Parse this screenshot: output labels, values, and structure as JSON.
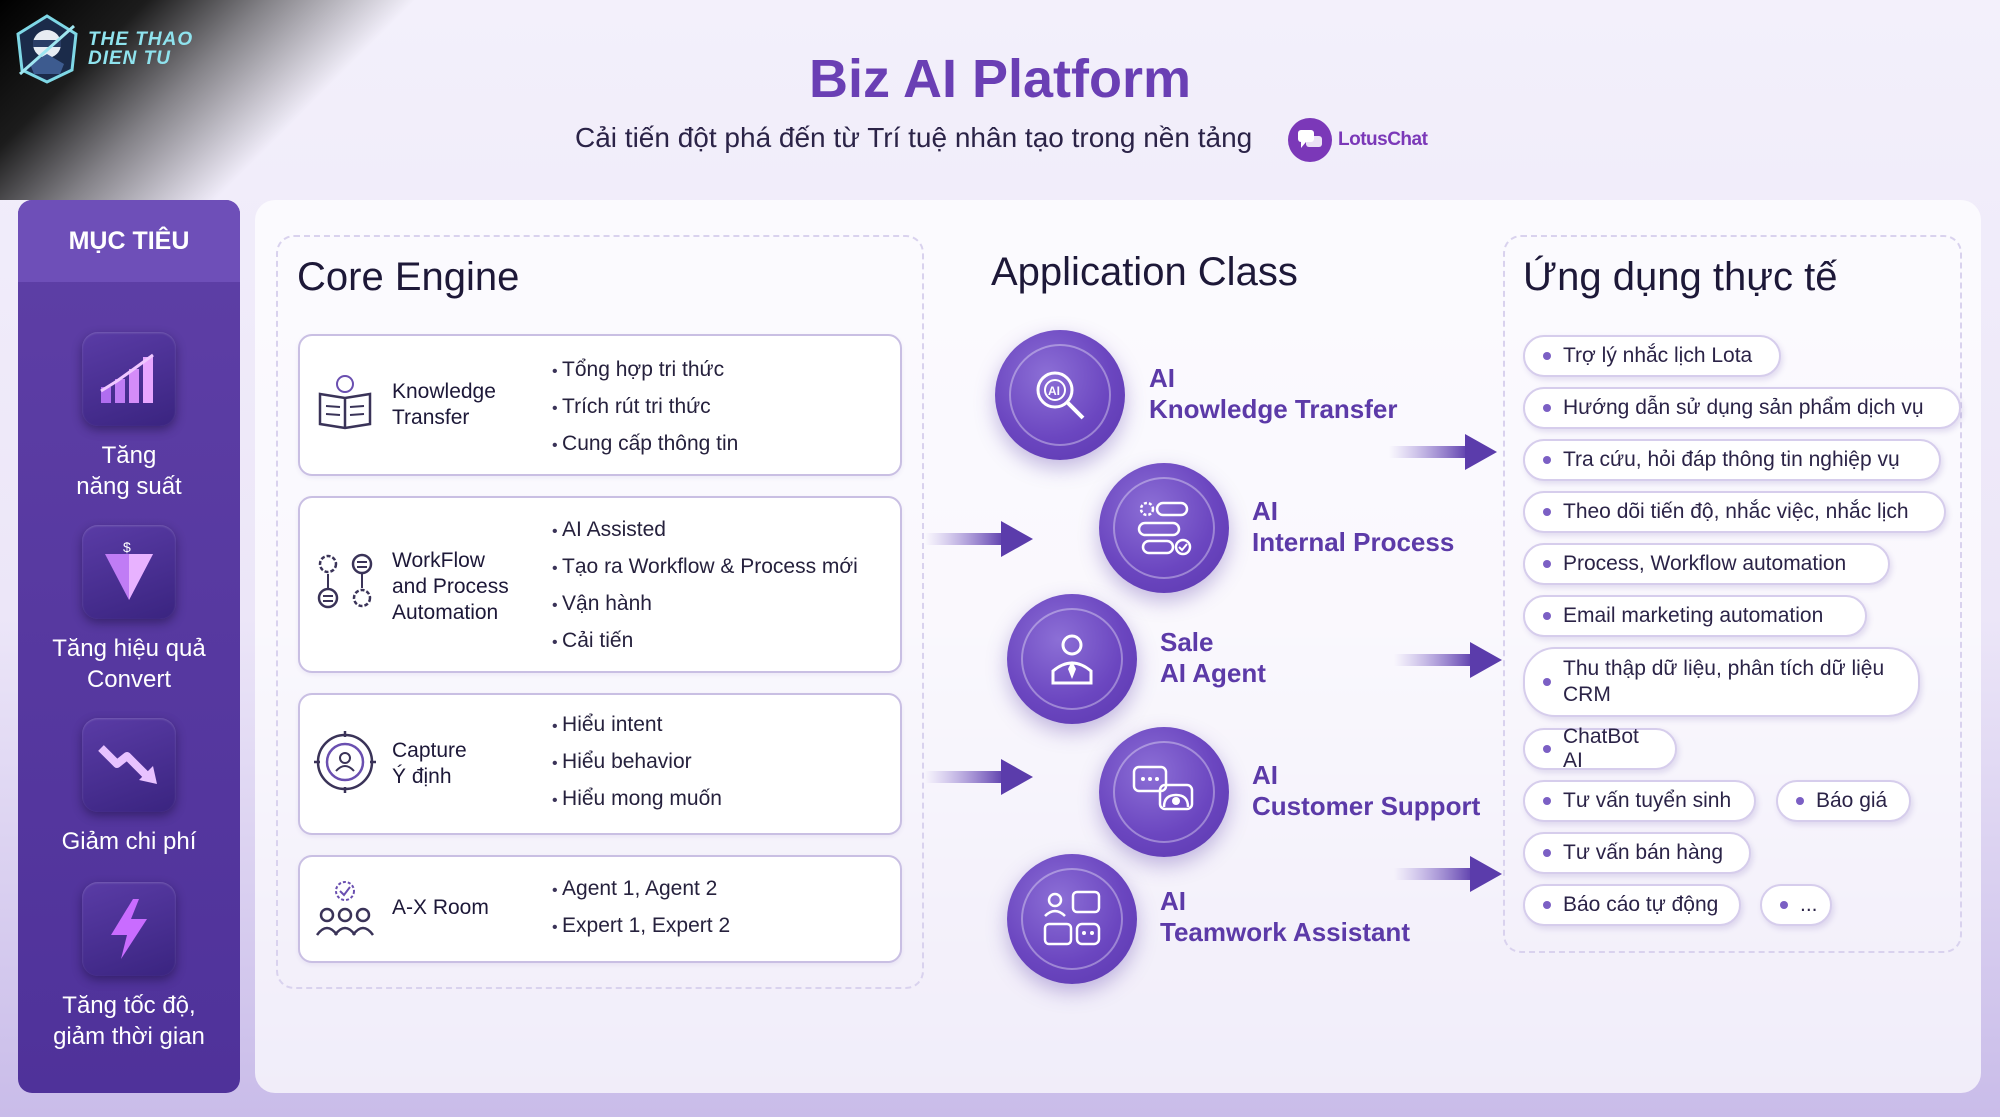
{
  "brand": {
    "line1": "THE THAO",
    "line2": "DIEN TU"
  },
  "header": {
    "title": "Biz AI Platform",
    "subtitle": "Cải tiến đột phá đến từ Trí tuệ nhân tạo trong nền tảng",
    "partner": "LotusChat"
  },
  "sidebar": {
    "title": "MỤC TIÊU",
    "goals": [
      {
        "label": "Tăng\nnăng suất",
        "icon": "bar-chart-icon"
      },
      {
        "label": "Tăng hiệu quả\nConvert",
        "icon": "funnel-icon"
      },
      {
        "label": "Giảm chi phí",
        "icon": "trend-down-icon"
      },
      {
        "label": "Tăng tốc độ,\ngiảm thời gian",
        "icon": "lightning-icon"
      }
    ]
  },
  "core": {
    "title": "Core Engine",
    "items": [
      {
        "name": "Knowledge\nTransfer",
        "icon": "knowledge-book-icon",
        "bullets": [
          "Tổng hợp tri thức",
          "Trích rút tri thức",
          "Cung cấp thông tin"
        ]
      },
      {
        "name": "WorkFlow\nand Process\nAutomation",
        "icon": "workflow-gears-icon",
        "bullets": [
          "AI Assisted",
          "Tạo ra Workflow & Process mới",
          "Vận hành",
          "Cải tiến"
        ]
      },
      {
        "name": "Capture\nÝ định",
        "icon": "target-person-icon",
        "bullets": [
          "Hiểu intent",
          "Hiểu behavior",
          "Hiểu mong muốn"
        ]
      },
      {
        "name": "A-X Room",
        "icon": "team-room-icon",
        "bullets": [
          "Agent 1, Agent 2",
          "Expert 1, Expert 2"
        ]
      }
    ]
  },
  "application": {
    "title": "Application Class",
    "items": [
      {
        "label": "AI\nKnowledge Transfer",
        "icon": "ai-search-icon"
      },
      {
        "label": "AI\nInternal Process",
        "icon": "process-settings-icon"
      },
      {
        "label": "Sale\nAI Agent",
        "icon": "salesperson-icon"
      },
      {
        "label": "AI\nCustomer Support",
        "icon": "support-chat-icon"
      },
      {
        "label": "AI\nTeamwork Assistant",
        "icon": "teamwork-icon"
      }
    ]
  },
  "usecases": {
    "title": "Ứng dụng thực tế",
    "items": [
      "Trợ lý nhắc lịch Lota",
      "Hướng dẫn sử dụng sản phẩm dịch vụ",
      "Tra cứu, hỏi đáp thông tin nghiệp vụ",
      "Theo dõi tiến độ, nhắc việc, nhắc lịch",
      "Process, Workflow automation",
      "Email marketing automation",
      "Thu thập dữ liệu, phân tích dữ liệu\nCRM",
      "ChatBot AI",
      "Tư vấn tuyển sinh",
      "Báo giá",
      "Tư vấn bán hàng",
      "Báo cáo tự động",
      "..."
    ]
  },
  "colors": {
    "accent": "#6a3fb4",
    "sidebar": "#553698",
    "bubble": "#6b46c0"
  }
}
